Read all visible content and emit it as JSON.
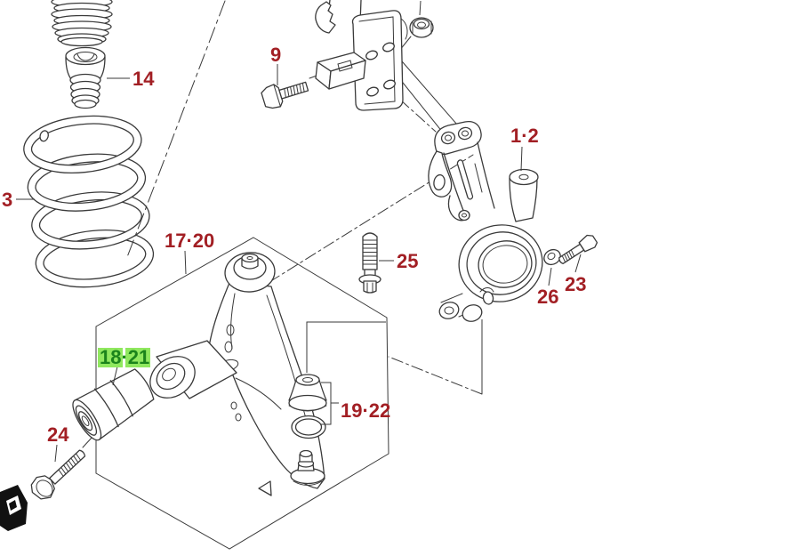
{
  "colors": {
    "label": "#A21F24",
    "highlight_bg": "#90E85F",
    "highlight_text": "#1B841B",
    "line": "#3a3a3a",
    "background": "#ffffff"
  },
  "diagram": {
    "type": "exploded-parts-diagram",
    "subject": "front-suspension"
  },
  "labels": {
    "knuckle": "1·2",
    "spring": "3",
    "bracket_bolt": "9",
    "bump_stopper": "14",
    "suspension_arm": "17·20",
    "front_bushing": "18·21",
    "ball_joint_boot": "19·22",
    "knuckle_bolt": "23",
    "arm_front_bolt": "24",
    "arm_rear_bolt": "25",
    "washer": "26"
  },
  "icons": {
    "corner_marker": "view-direction-icon"
  }
}
